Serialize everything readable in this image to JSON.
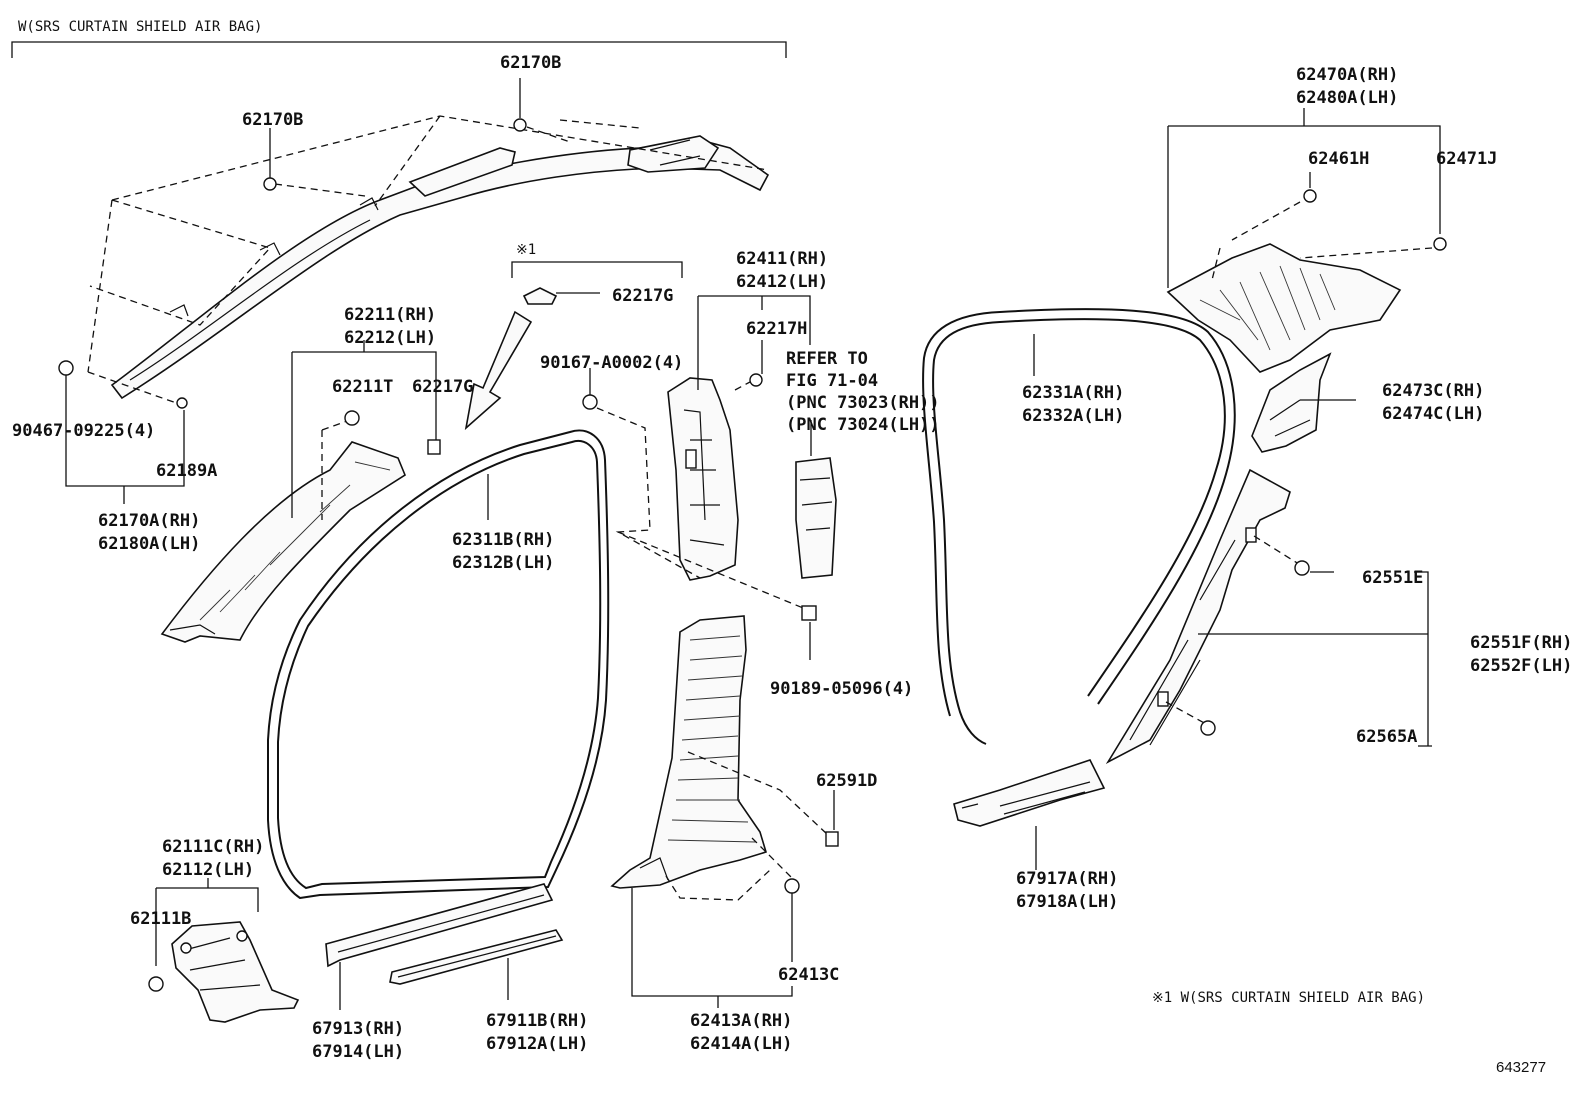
{
  "header": {
    "title": "W(SRS CURTAIN SHIELD AIR BAG)"
  },
  "labels": {
    "l_62170B_top": "62170B",
    "l_62170B_left": "62170B",
    "l_90467": "90467-09225(4)",
    "l_62189A": "62189A",
    "l_62170A": "62170A(RH)",
    "l_62180A": "62180A(LH)",
    "l_note1_mark": "※1",
    "l_62217G_top": "62217G",
    "l_62211": "62211(RH)",
    "l_62212": "62212(LH)",
    "l_62211T": "62211T",
    "l_62217G_mid": "62217G",
    "l_62311B": "62311B(RH)",
    "l_62312B": "62312B(LH)",
    "l_90167": "90167-A0002(4)",
    "l_62411": "62411(RH)",
    "l_62412": "62412(LH)",
    "l_62217H": "62217H",
    "l_refer1": "REFER TO",
    "l_refer2": "FIG 71-04",
    "l_refer3": "(PNC 73023(RH))",
    "l_refer4": "(PNC 73024(LH))",
    "l_90189": "90189-05096(4)",
    "l_62591D": "62591D",
    "l_62413C": "62413C",
    "l_62413A": "62413A(RH)",
    "l_62414A": "62414A(LH)",
    "l_62111C": "62111C(RH)",
    "l_62112": "62112(LH)",
    "l_62111B": "62111B",
    "l_67913": "67913(RH)",
    "l_67914": "67914(LH)",
    "l_67911B": "67911B(RH)",
    "l_67912A": "67912A(LH)",
    "l_62331A": "62331A(RH)",
    "l_62332A": "62332A(LH)",
    "l_62470A": "62470A(RH)",
    "l_62480A": "62480A(LH)",
    "l_62461H": "62461H",
    "l_62471J": "62471J",
    "l_62473C": "62473C(RH)",
    "l_62474C": "62474C(LH)",
    "l_62551E": "62551E",
    "l_62551F": "62551F(RH)",
    "l_62552F": "62552F(LH)",
    "l_62565A": "62565A",
    "l_67917A": "67917A(RH)",
    "l_67918A": "67918A(LH)"
  },
  "footnote": {
    "text": "※1  W(SRS CURTAIN SHIELD AIR BAG)"
  },
  "figure_number": "643277"
}
